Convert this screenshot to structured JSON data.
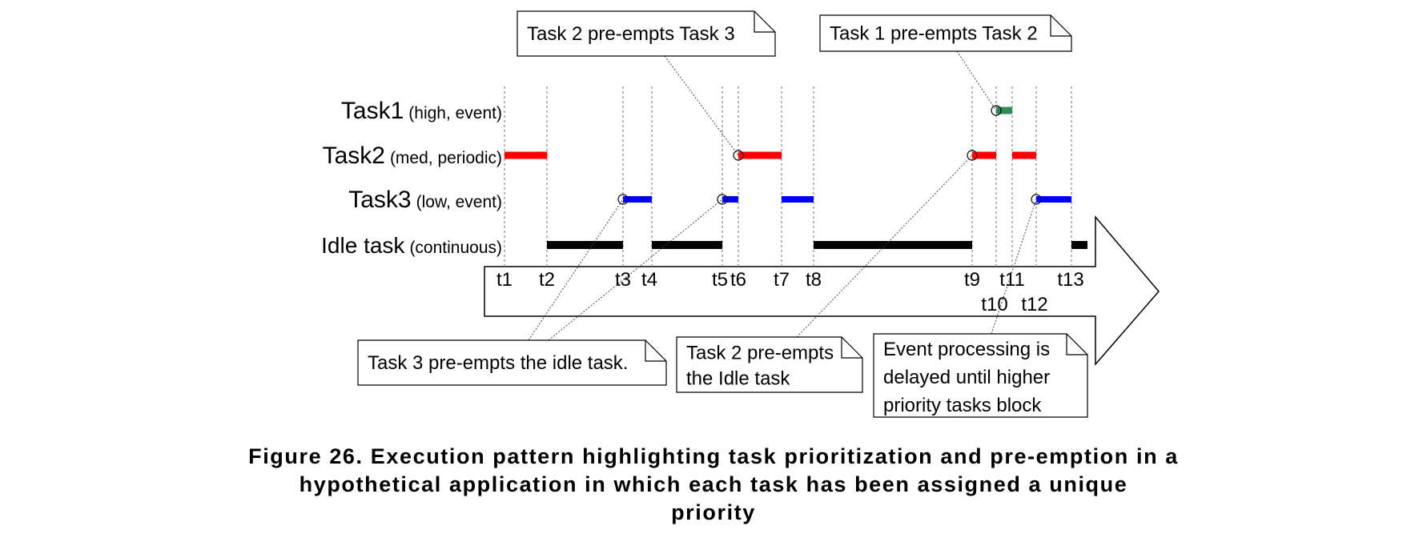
{
  "tasks": [
    {
      "id": "task1",
      "name": "Task1",
      "detail": "(high, event)",
      "color": "#2e8b57"
    },
    {
      "id": "task2",
      "name": "Task2",
      "detail": "(med, periodic)",
      "color": "#ff0000"
    },
    {
      "id": "task3",
      "name": "Task3",
      "detail": "(low, event)",
      "color": "#0000ff"
    },
    {
      "id": "idle",
      "name": "Idle task",
      "detail": "(continuous)",
      "color": "#000000"
    }
  ],
  "time_markers": [
    "t1",
    "t2",
    "t3",
    "t4",
    "t5",
    "t6",
    "t7",
    "t8",
    "t9",
    "t10",
    "t11",
    "t12",
    "t13"
  ],
  "execution_segments": [
    {
      "task": "task2",
      "from": "t1",
      "to": "t2"
    },
    {
      "task": "idle",
      "from": "t2",
      "to": "t3"
    },
    {
      "task": "task3",
      "from": "t3",
      "to": "t4"
    },
    {
      "task": "idle",
      "from": "t4",
      "to": "t5"
    },
    {
      "task": "task3",
      "from": "t5",
      "to": "t6"
    },
    {
      "task": "task2",
      "from": "t6",
      "to": "t7"
    },
    {
      "task": "task3",
      "from": "t7",
      "to": "t8"
    },
    {
      "task": "idle",
      "from": "t8",
      "to": "t9"
    },
    {
      "task": "task2",
      "from": "t9",
      "to": "t10"
    },
    {
      "task": "task1",
      "from": "t10",
      "to": "t11"
    },
    {
      "task": "task2",
      "from": "t11",
      "to": "t12"
    },
    {
      "task": "task3",
      "from": "t12",
      "to": "t13"
    },
    {
      "task": "idle",
      "from": "t13",
      "to": "end"
    }
  ],
  "preemption_points": [
    {
      "task": "task3",
      "at": "t3"
    },
    {
      "task": "task3",
      "at": "t5"
    },
    {
      "task": "task2",
      "at": "t6"
    },
    {
      "task": "task2",
      "at": "t9"
    },
    {
      "task": "task1",
      "at": "t10"
    },
    {
      "task": "task3",
      "at": "t12"
    }
  ],
  "callouts": [
    {
      "id": "c1",
      "lines": [
        "Task 2 pre-empts Task 3"
      ]
    },
    {
      "id": "c2",
      "lines": [
        "Task 1 pre-empts Task 2"
      ]
    },
    {
      "id": "c3",
      "lines": [
        "Task 3 pre-empts the idle task."
      ]
    },
    {
      "id": "c4",
      "lines": [
        "Task 2 pre-empts",
        "the Idle task"
      ]
    },
    {
      "id": "c5",
      "lines": [
        "Event processing is",
        "delayed until higher",
        "priority tasks block"
      ]
    }
  ],
  "caption": {
    "lines": [
      "Figure 26.  Execution pattern highlighting task prioritization and pre-emption in a",
      "hypothetical application in which each task has been assigned a unique",
      "priority"
    ]
  }
}
